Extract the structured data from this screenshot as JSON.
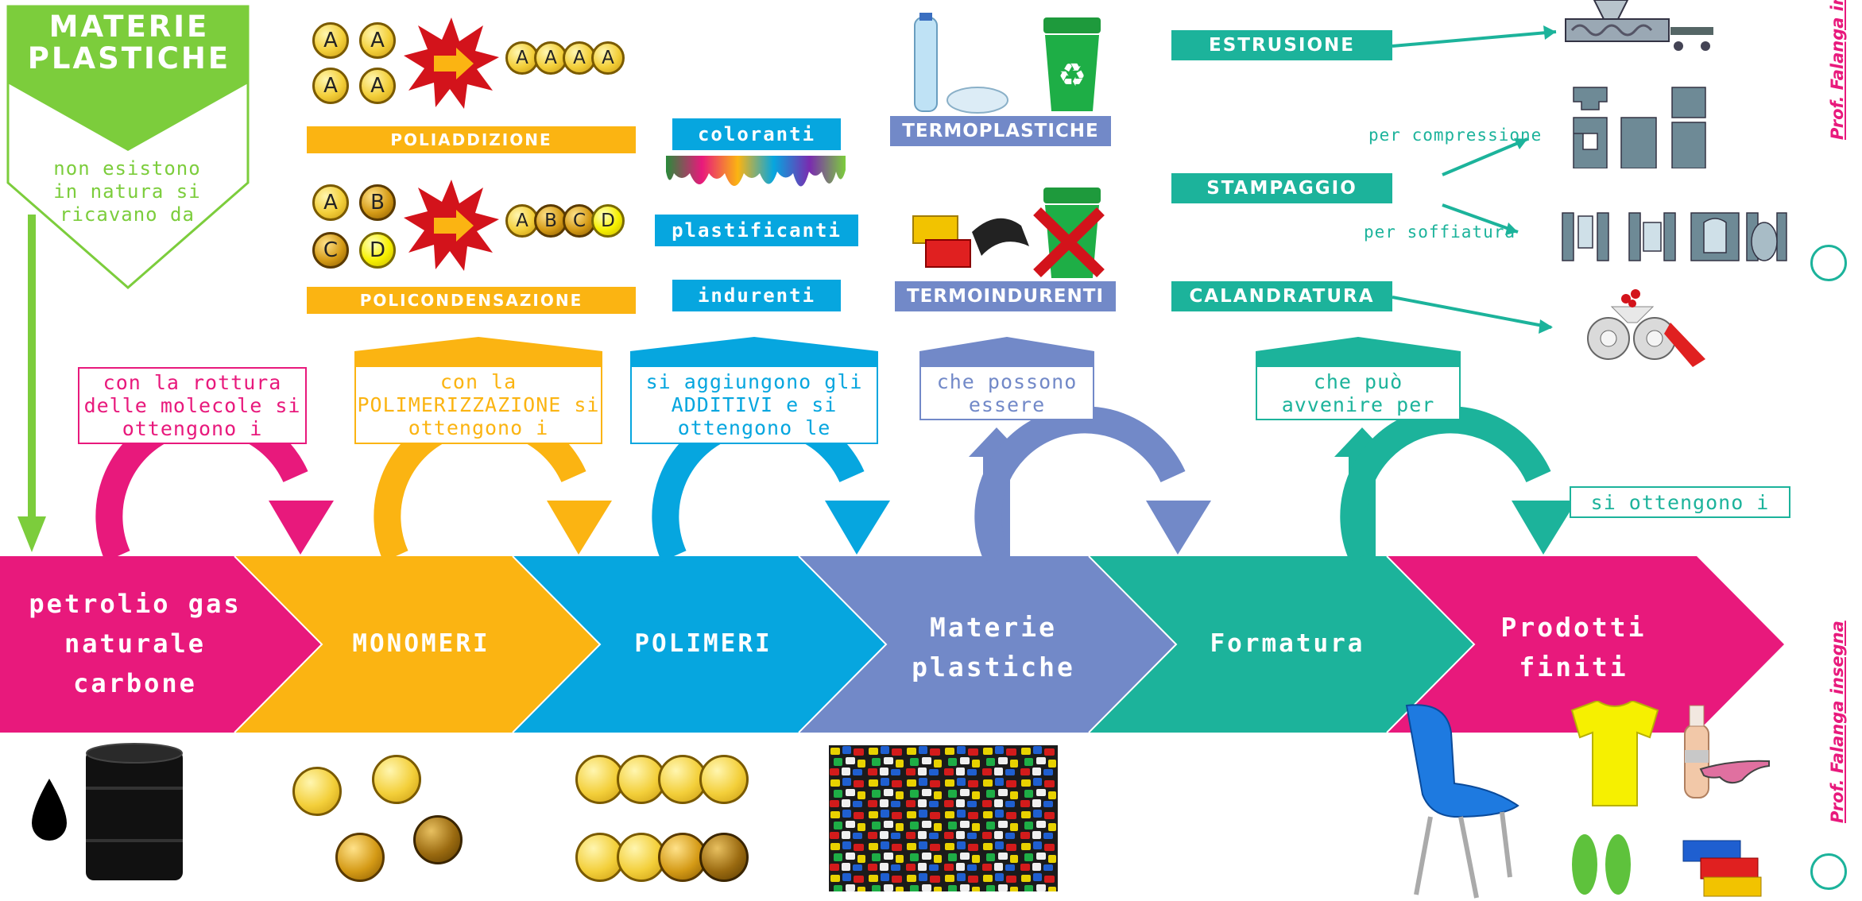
{
  "title": "MATERIE PLASTICHE",
  "intro": "non esistono in natura si ricavano da",
  "steps": [
    {
      "label": "petrolio gas naturale carbone",
      "color": "#e8197c"
    },
    {
      "label": "MONOMERI",
      "color": "#fbb412"
    },
    {
      "label": "POLIMERI",
      "color": "#06a6df"
    },
    {
      "label": "Materie plastiche",
      "color": "#7289c8"
    },
    {
      "label": "Formatura",
      "color": "#1cb39b"
    },
    {
      "label": "Prodotti finiti",
      "color": "#e8197c"
    }
  ],
  "connectors": {
    "c1": "con la rottura delle molecole si ottengono i",
    "c2": "con la POLIMERIZZAZIONE si ottengono i",
    "c3": "si aggiungono gli ADDITIVI e si ottengono le",
    "c4": "che possono essere",
    "c5": "che può avvenire per",
    "c6": "si ottengono i"
  },
  "polymerization": {
    "poliaddizione": "POLIADDIZIONE",
    "policondensazione": "POLICONDENSAZIONE",
    "a": "A",
    "b": "B",
    "c": "C",
    "d": "D"
  },
  "additives": [
    "coloranti",
    "plastificanti",
    "indurenti"
  ],
  "plastic_types": [
    "TERMOPLASTICHE",
    "TERMOINDURENTI"
  ],
  "forming": {
    "estrusione": "ESTRUSIONE",
    "stampaggio": "STAMPAGGIO",
    "calandratura": "CALANDRATURA",
    "per_compressione": "per compressione",
    "per_soffiatura": "per soffiatura"
  },
  "watermark": "Prof. Falanga insegna",
  "colors": {
    "green": "#7ccd3c",
    "pink": "#e8197c",
    "orange": "#fbb412",
    "cyan": "#06a6df",
    "violet": "#7289c8",
    "teal": "#1cb39b"
  }
}
